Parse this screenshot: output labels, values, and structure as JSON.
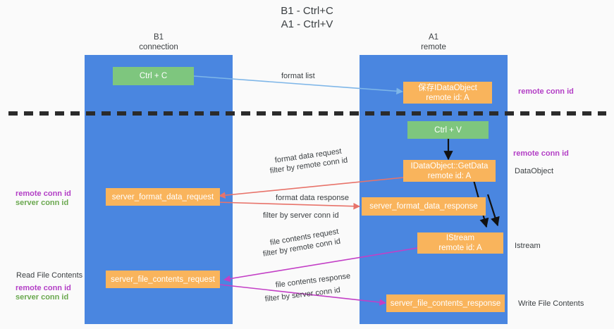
{
  "title": "B1 - Ctrl+C\nA1 - Ctrl+V",
  "lanes": [
    {
      "id": "b1",
      "label": "B1\nconnection",
      "color": "#4a86e0"
    },
    {
      "id": "a1",
      "label": "A1\nremote",
      "color": "#4a86e0"
    }
  ],
  "boxes": {
    "ctrl_c": "Ctrl + C",
    "save_idataobject": "保存IDataObject\nremote id: A",
    "ctrl_v": "Ctrl + V",
    "getdata": "IDataObject::GetData\nremote id: A",
    "server_format_data_request": "server_format_data_request",
    "server_format_data_response": "server_format_data_response",
    "istream": "IStream\nremote id: A",
    "server_file_contents_request": "server_file_contents_request",
    "server_file_contents_response": "server_file_contents_response"
  },
  "edge_labels": {
    "format_list": "format list",
    "format_data_request": "format data request",
    "format_data_request_filter_prefix": "filter by ",
    "format_data_request_filter_key": "remote conn id",
    "format_data_response": "format data response",
    "format_data_response_filter_prefix": "filter by ",
    "format_data_response_filter_key": "server conn id",
    "file_contents_request": "file contents request",
    "file_contents_request_filter_prefix": "filter by ",
    "file_contents_request_filter_key": "remote conn id",
    "file_contents_response": "file contents response",
    "file_contents_response_filter_prefix": "filter by ",
    "file_contents_response_filter_key": "server conn id"
  },
  "annotations": {
    "right_remote_conn_id_top": "remote conn id",
    "right_remote_conn_id_mid": "remote conn id",
    "right_dataobject": "DataObject",
    "right_istream": "Istream",
    "right_write_file_contents": "Write File Contents",
    "left_remote_conn_id": "remote conn id",
    "left_server_conn_id": "server conn id",
    "left_read_file_contents": "Read File Contents",
    "left_remote_conn_id_2": "remote conn id",
    "left_server_conn_id_2": "server conn id"
  },
  "colors": {
    "lane": "#4a86e0",
    "green_box": "#7ec67e",
    "orange_box": "#f9b45c",
    "purple_text": "#b33fc6",
    "green_text": "#6aa84f",
    "blue_arrow": "#7eb6e8",
    "red_arrow": "#e8736a",
    "magenta_arrow": "#c33fc6",
    "black_arrow": "#000000",
    "divider": "#2b2b2b",
    "text": "#3c4043"
  }
}
